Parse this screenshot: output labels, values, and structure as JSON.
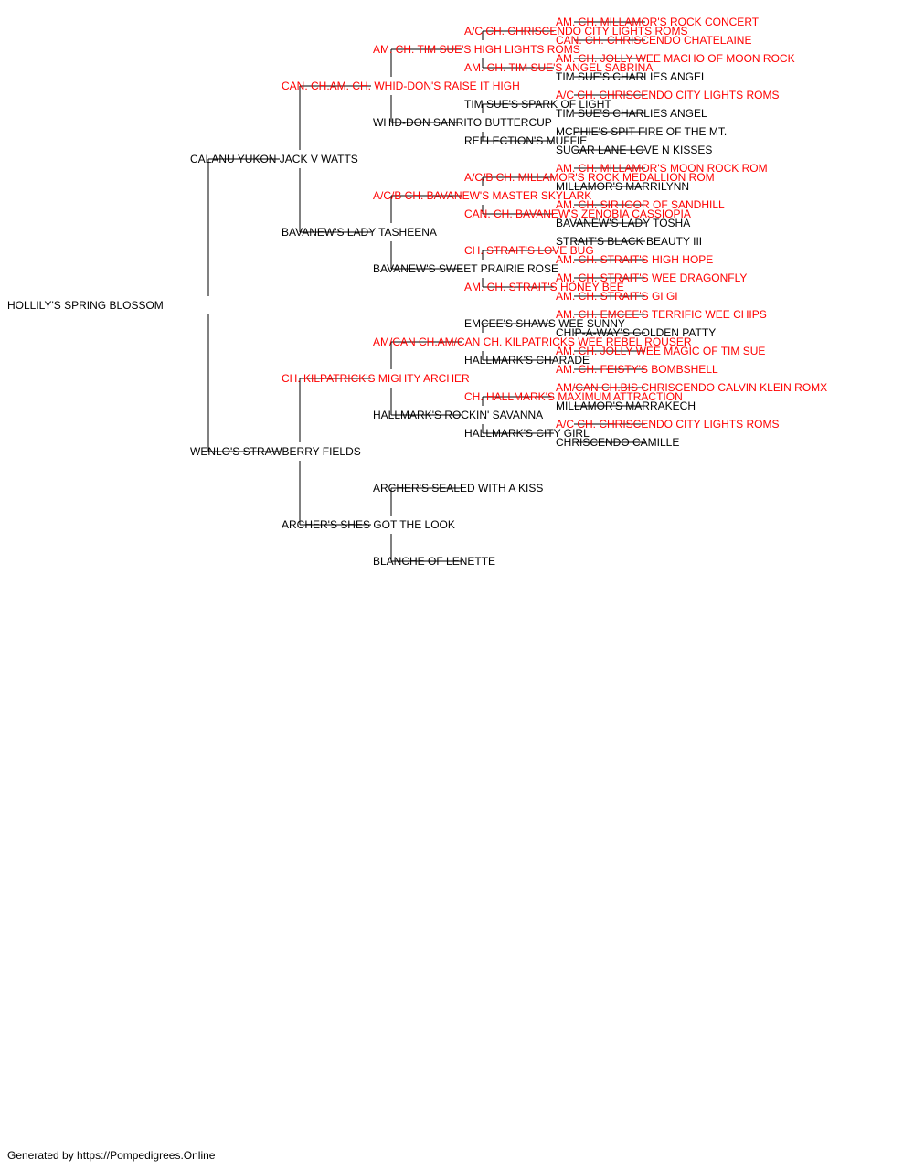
{
  "colors": {
    "champion": "#ff0000",
    "regular": "#000000",
    "line": "#000000"
  },
  "footer": "Generated by https://Pompedigrees.Online",
  "pedigree": {
    "name": "HOLLILY'S SPRING BLOSSOM",
    "champion": false,
    "sire": {
      "name": "CALANU YUKON JACK V WATTS",
      "champion": false,
      "sire": {
        "name": "CAN. CH.AM. CH. WHID-DON'S RAISE IT HIGH",
        "champion": true,
        "sire": {
          "name": "AM. CH. TIM SUE'S HIGH LIGHTS ROMS",
          "champion": true,
          "sire": {
            "name": "A/C CH. CHRISCENDO CITY LIGHTS ROMS",
            "champion": true,
            "sire": {
              "name": "AM. CH. MILLAMOR'S ROCK CONCERT",
              "champion": true
            },
            "dam": {
              "name": "CAN. CH. CHRISCENDO CHATELAINE",
              "champion": true
            }
          },
          "dam": {
            "name": "AM. CH. TIM SUE'S ANGEL SABRINA",
            "champion": true,
            "sire": {
              "name": "AM. CH. JOLLY WEE MACHO OF MOON ROCK",
              "champion": true
            },
            "dam": {
              "name": "TIM SUE'S CHARLIES ANGEL",
              "champion": false
            }
          }
        },
        "dam": {
          "name": "WHID-DON SANRITO BUTTERCUP",
          "champion": false,
          "sire": {
            "name": "TIM SUE'S SPARK OF LIGHT",
            "champion": false,
            "sire": {
              "name": "A/C CH. CHRISCENDO CITY LIGHTS ROMS",
              "champion": true
            },
            "dam": {
              "name": "TIM SUE'S CHARLIES ANGEL",
              "champion": false
            }
          },
          "dam": {
            "name": "REFLECTION'S MUFFIE",
            "champion": false,
            "sire": {
              "name": "MCPHIE'S SPIT FIRE OF THE MT.",
              "champion": false
            },
            "dam": {
              "name": "SUGAR LANE LOVE N KISSES",
              "champion": false
            }
          }
        }
      },
      "dam": {
        "name": "BAVANEW'S LADY TASHEENA",
        "champion": false,
        "sire": {
          "name": "A/C/B CH. BAVANEW'S MASTER SKYLARK",
          "champion": true,
          "sire": {
            "name": "A/C/B CH. MILLAMOR'S ROCK MEDALLION ROM",
            "champion": true,
            "sire": {
              "name": "AM. CH. MILLAMOR'S MOON ROCK ROM",
              "champion": true
            },
            "dam": {
              "name": "MILLAMOR'S MARRILYNN",
              "champion": false
            }
          },
          "dam": {
            "name": "CAN. CH. BAVANEW'S ZENOBIA CASSIOPIA",
            "champion": true,
            "sire": {
              "name": "AM. CH. SIR IGOR OF SANDHILL",
              "champion": true
            },
            "dam": {
              "name": "BAVANEW'S LADY TOSHA",
              "champion": false
            }
          }
        },
        "dam": {
          "name": "BAVANEW'S SWEET PRAIRIE ROSE",
          "champion": false,
          "sire": {
            "name": "CH. STRAIT'S LOVE BUG",
            "champion": true,
            "sire": {
              "name": "STRAIT'S BLACK BEAUTY III",
              "champion": false
            },
            "dam": {
              "name": "AM. CH. STRAIT'S HIGH HOPE",
              "champion": true
            }
          },
          "dam": {
            "name": "AM. CH. STRAIT'S HONEY BEE",
            "champion": true,
            "sire": {
              "name": "AM. CH. STRAIT'S WEE DRAGONFLY",
              "champion": true
            },
            "dam": {
              "name": "AM. CH. STRAIT'S GI GI",
              "champion": true
            }
          }
        }
      }
    },
    "dam": {
      "name": "WENLO'S STRAWBERRY FIELDS",
      "champion": false,
      "sire": {
        "name": "CH. KILPATRICK'S MIGHTY ARCHER",
        "champion": true,
        "sire": {
          "name": "AM/CAN CH.AM/CAN CH. KILPATRICKS WEE REBEL ROUSER",
          "champion": true,
          "sire": {
            "name": "EMCEE'S SHAWS WEE SUNNY",
            "champion": false,
            "sire": {
              "name": "AM. CH. EMCEE'S TERRIFIC WEE CHIPS",
              "champion": true
            },
            "dam": {
              "name": "CHIP-A-WAY'S GOLDEN PATTY",
              "champion": false
            }
          },
          "dam": {
            "name": "HALLMARK'S CHARADE",
            "champion": false,
            "sire": {
              "name": "AM. CH. JOLLY WEE MAGIC OF TIM SUE",
              "champion": true
            },
            "dam": {
              "name": "AM. CH. FEISTY'S BOMBSHELL",
              "champion": true
            }
          }
        },
        "dam": {
          "name": "HALLMARK'S ROCKIN' SAVANNA",
          "champion": false,
          "sire": {
            "name": "CH. HALLMARK'S MAXIMUM ATTRACTION",
            "champion": true,
            "sire": {
              "name": "AM/CAN CH.BIS CHRISCENDO CALVIN KLEIN ROMX",
              "champion": true
            },
            "dam": {
              "name": "MILLAMOR'S MARRAKECH",
              "champion": false
            }
          },
          "dam": {
            "name": "HALLMARK'S CITY GIRL",
            "champion": false,
            "sire": {
              "name": "A/C CH. CHRISCENDO CITY LIGHTS ROMS",
              "champion": true
            },
            "dam": {
              "name": "CHRISCENDO CAMILLE",
              "champion": false
            }
          }
        }
      },
      "dam": {
        "name": "ARCHER'S SHES GOT THE LOOK",
        "champion": false,
        "sire": {
          "name": "ARCHER'S SEALED WITH A KISS",
          "champion": false
        },
        "dam": {
          "name": "BLANCHE OF LENETTE",
          "champion": false
        }
      }
    }
  }
}
